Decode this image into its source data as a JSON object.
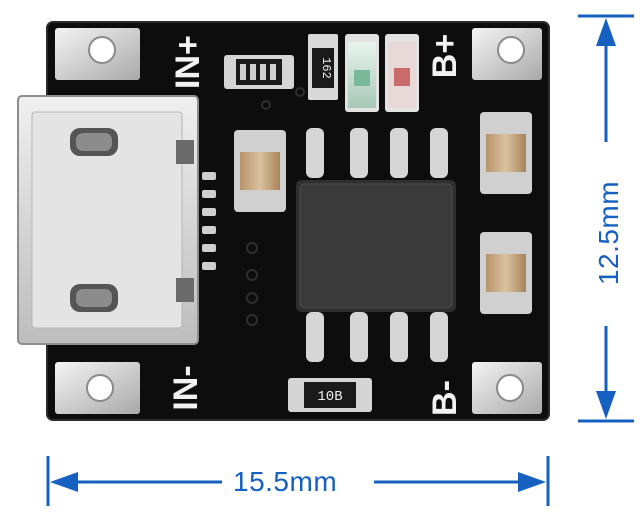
{
  "photo": {
    "board": {
      "silkscreen": {
        "in_plus": "IN+",
        "in_minus": "IN-",
        "b_plus": "B+",
        "b_minus": "B-"
      },
      "resistor_top_code": "162",
      "resistor_bottom_code": "10B"
    },
    "dimensions": {
      "width": "15.5mm",
      "height": "12.5mm"
    }
  },
  "colors": {
    "pcb": "#0d0d0d",
    "dimension": "#1560c0",
    "silk": "#f2f2f2",
    "pad": "#d8d8d8"
  }
}
